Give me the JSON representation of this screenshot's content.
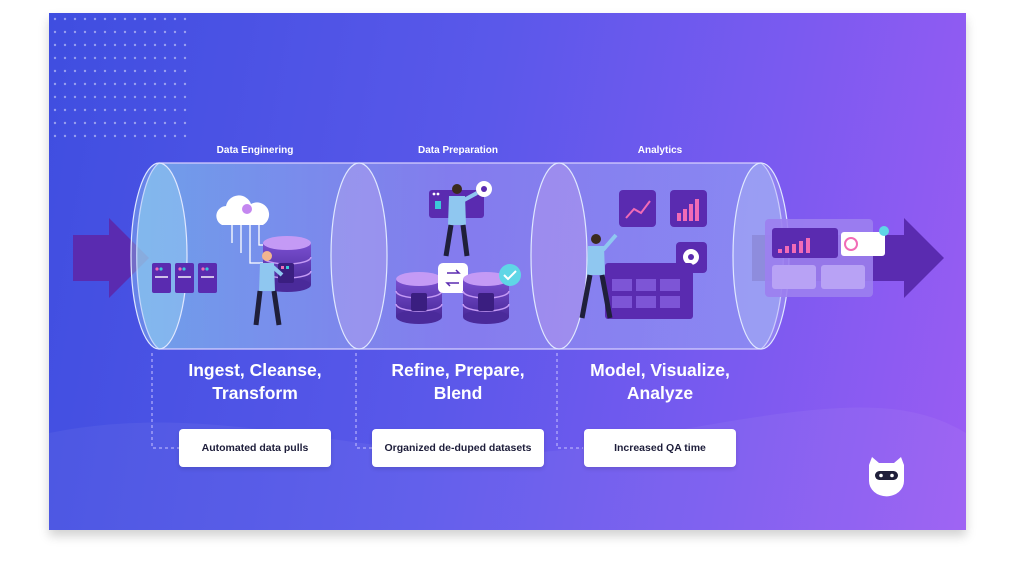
{
  "stages": [
    {
      "tab": "Data Enginering",
      "tab_color": "#f4a23a",
      "title_line1": "Ingest, Cleanse,",
      "title_line2": "Transform",
      "outcome": "Automated data pulls"
    },
    {
      "tab": "Data Preparation",
      "tab_color": "#f77fb6",
      "title_line1": "Refine, Prepare,",
      "title_line2": "Blend",
      "outcome": "Organized de-duped datasets"
    },
    {
      "tab": "Analytics",
      "tab_color": "#5fae52",
      "title_line1": "Model, Visualize,",
      "title_line2": "Analyze",
      "outcome": "Increased QA time"
    }
  ],
  "colors": {
    "background_start": "#3f4ee0",
    "background_end": "#9a5cf3",
    "arrow": "#5a2bb0",
    "panel_purple": "#6a3fc4",
    "accent_pink": "#f26bb6",
    "accent_teal": "#3cc8d8"
  },
  "icons": [
    "input-arrow-icon",
    "output-arrow-icon",
    "cloud-icon",
    "database-icon",
    "gear-icon",
    "check-icon",
    "swap-icon",
    "line-chart-icon",
    "bar-chart-icon",
    "mascot-logo-icon"
  ]
}
